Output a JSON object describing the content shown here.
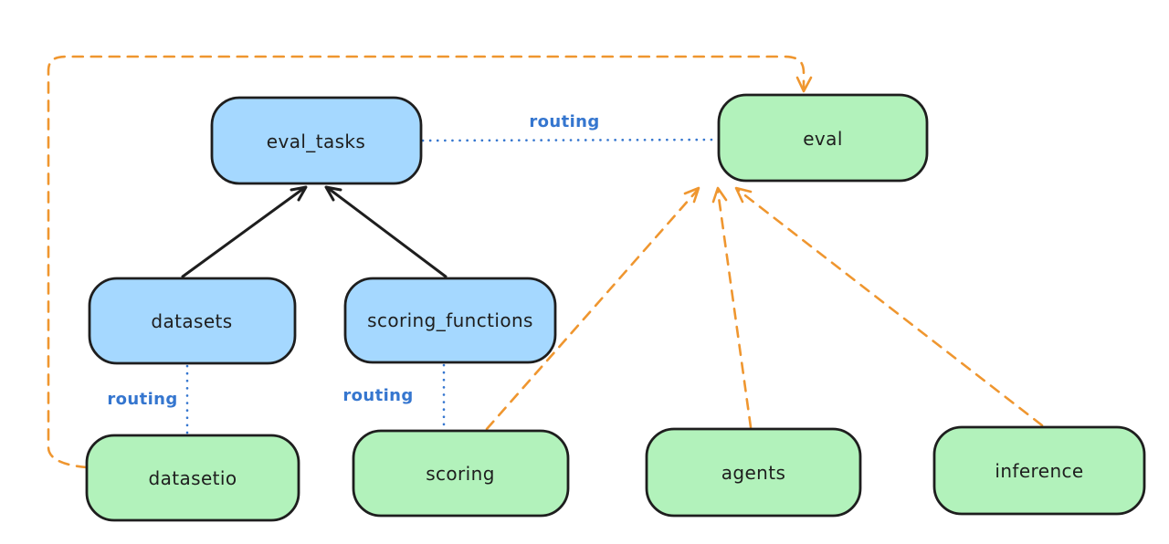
{
  "colors": {
    "background": "#ffffff",
    "blue_fill": "#a5d8ff",
    "green_fill": "#b2f2bb",
    "node_stroke": "#1e1e1e",
    "node_text": "#1e1e1e",
    "black_arrow": "#1e1e1e",
    "orange_arrow": "#ef962f",
    "routing_blue": "#3576cf"
  },
  "nodes": {
    "eval_tasks": {
      "label": "eval_tasks",
      "fill": "#a5d8ff"
    },
    "eval": {
      "label": "eval",
      "fill": "#b2f2bb"
    },
    "datasets": {
      "label": "datasets",
      "fill": "#a5d8ff"
    },
    "scoring_functions": {
      "label": "scoring_functions",
      "fill": "#a5d8ff"
    },
    "datasetio": {
      "label": "datasetio",
      "fill": "#b2f2bb"
    },
    "scoring": {
      "label": "scoring",
      "fill": "#b2f2bb"
    },
    "agents": {
      "label": "agents",
      "fill": "#b2f2bb"
    },
    "inference": {
      "label": "inference",
      "fill": "#b2f2bb"
    }
  },
  "edge_labels": {
    "routing_top": "routing",
    "routing_left": "routing",
    "routing_middle": "routing"
  },
  "edges": [
    {
      "from": "datasets",
      "to": "eval_tasks",
      "style": "solid",
      "color": "black",
      "arrow": true
    },
    {
      "from": "scoring_functions",
      "to": "eval_tasks",
      "style": "solid",
      "color": "black",
      "arrow": true
    },
    {
      "from": "eval_tasks",
      "to": "eval",
      "style": "dotted",
      "color": "blue",
      "arrow": false,
      "label": "routing"
    },
    {
      "from": "datasets",
      "to": "datasetio",
      "style": "dotted",
      "color": "blue",
      "arrow": false,
      "label": "routing"
    },
    {
      "from": "scoring_functions",
      "to": "scoring",
      "style": "dotted",
      "color": "blue",
      "arrow": false,
      "label": "routing"
    },
    {
      "from": "datasetio",
      "to": "eval",
      "style": "dashed",
      "color": "orange",
      "arrow": true
    },
    {
      "from": "scoring",
      "to": "eval",
      "style": "dashed",
      "color": "orange",
      "arrow": true
    },
    {
      "from": "agents",
      "to": "eval",
      "style": "dashed",
      "color": "orange",
      "arrow": true
    },
    {
      "from": "inference",
      "to": "eval",
      "style": "dashed",
      "color": "orange",
      "arrow": true
    }
  ]
}
